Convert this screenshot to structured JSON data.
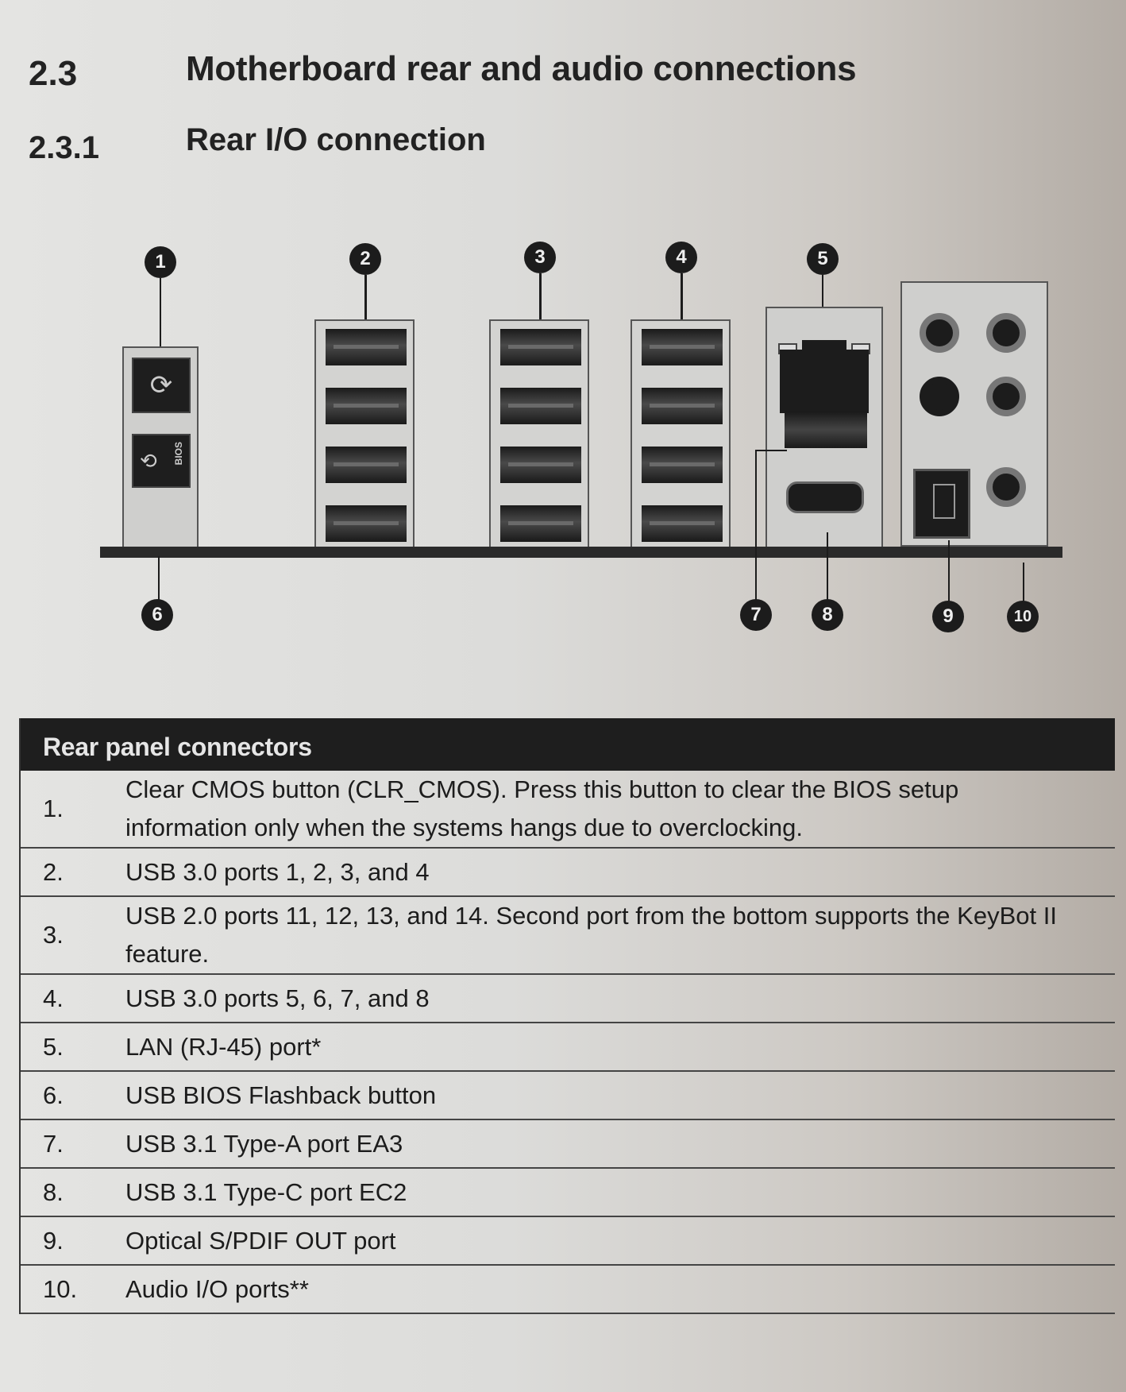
{
  "section": {
    "number": "2.3",
    "title": "Motherboard rear and audio connections"
  },
  "subsection": {
    "number": "2.3.1",
    "title": "Rear I/O connection"
  },
  "diagram": {
    "callouts": [
      "1",
      "2",
      "3",
      "4",
      "5",
      "6",
      "7",
      "8",
      "9",
      "10"
    ],
    "bios_label": "BIOS",
    "clear_cmos_glyph": "⟳",
    "flashback_glyph": "⟲"
  },
  "table": {
    "header": "Rear panel connectors",
    "rows": [
      {
        "num": "1.",
        "text": "Clear CMOS button (CLR_CMOS). Press this button to clear the BIOS setup information only when the systems hangs due to overclocking."
      },
      {
        "num": "2.",
        "text": "USB 3.0 ports 1, 2, 3, and 4"
      },
      {
        "num": "3.",
        "text": "USB 2.0 ports 11, 12, 13, and 14. Second port from the bottom supports the KeyBot II feature."
      },
      {
        "num": "4.",
        "text": "USB 3.0 ports 5, 6, 7, and 8"
      },
      {
        "num": "5.",
        "text": "LAN (RJ-45) port*"
      },
      {
        "num": "6.",
        "text": "USB BIOS Flashback button"
      },
      {
        "num": "7.",
        "text": "USB 3.1 Type-A port EA3"
      },
      {
        "num": "8.",
        "text": "USB 3.1 Type-C port EC2"
      },
      {
        "num": "9.",
        "text": "Optical S/PDIF OUT port"
      },
      {
        "num": "10.",
        "text": "Audio I/O ports**"
      }
    ]
  }
}
